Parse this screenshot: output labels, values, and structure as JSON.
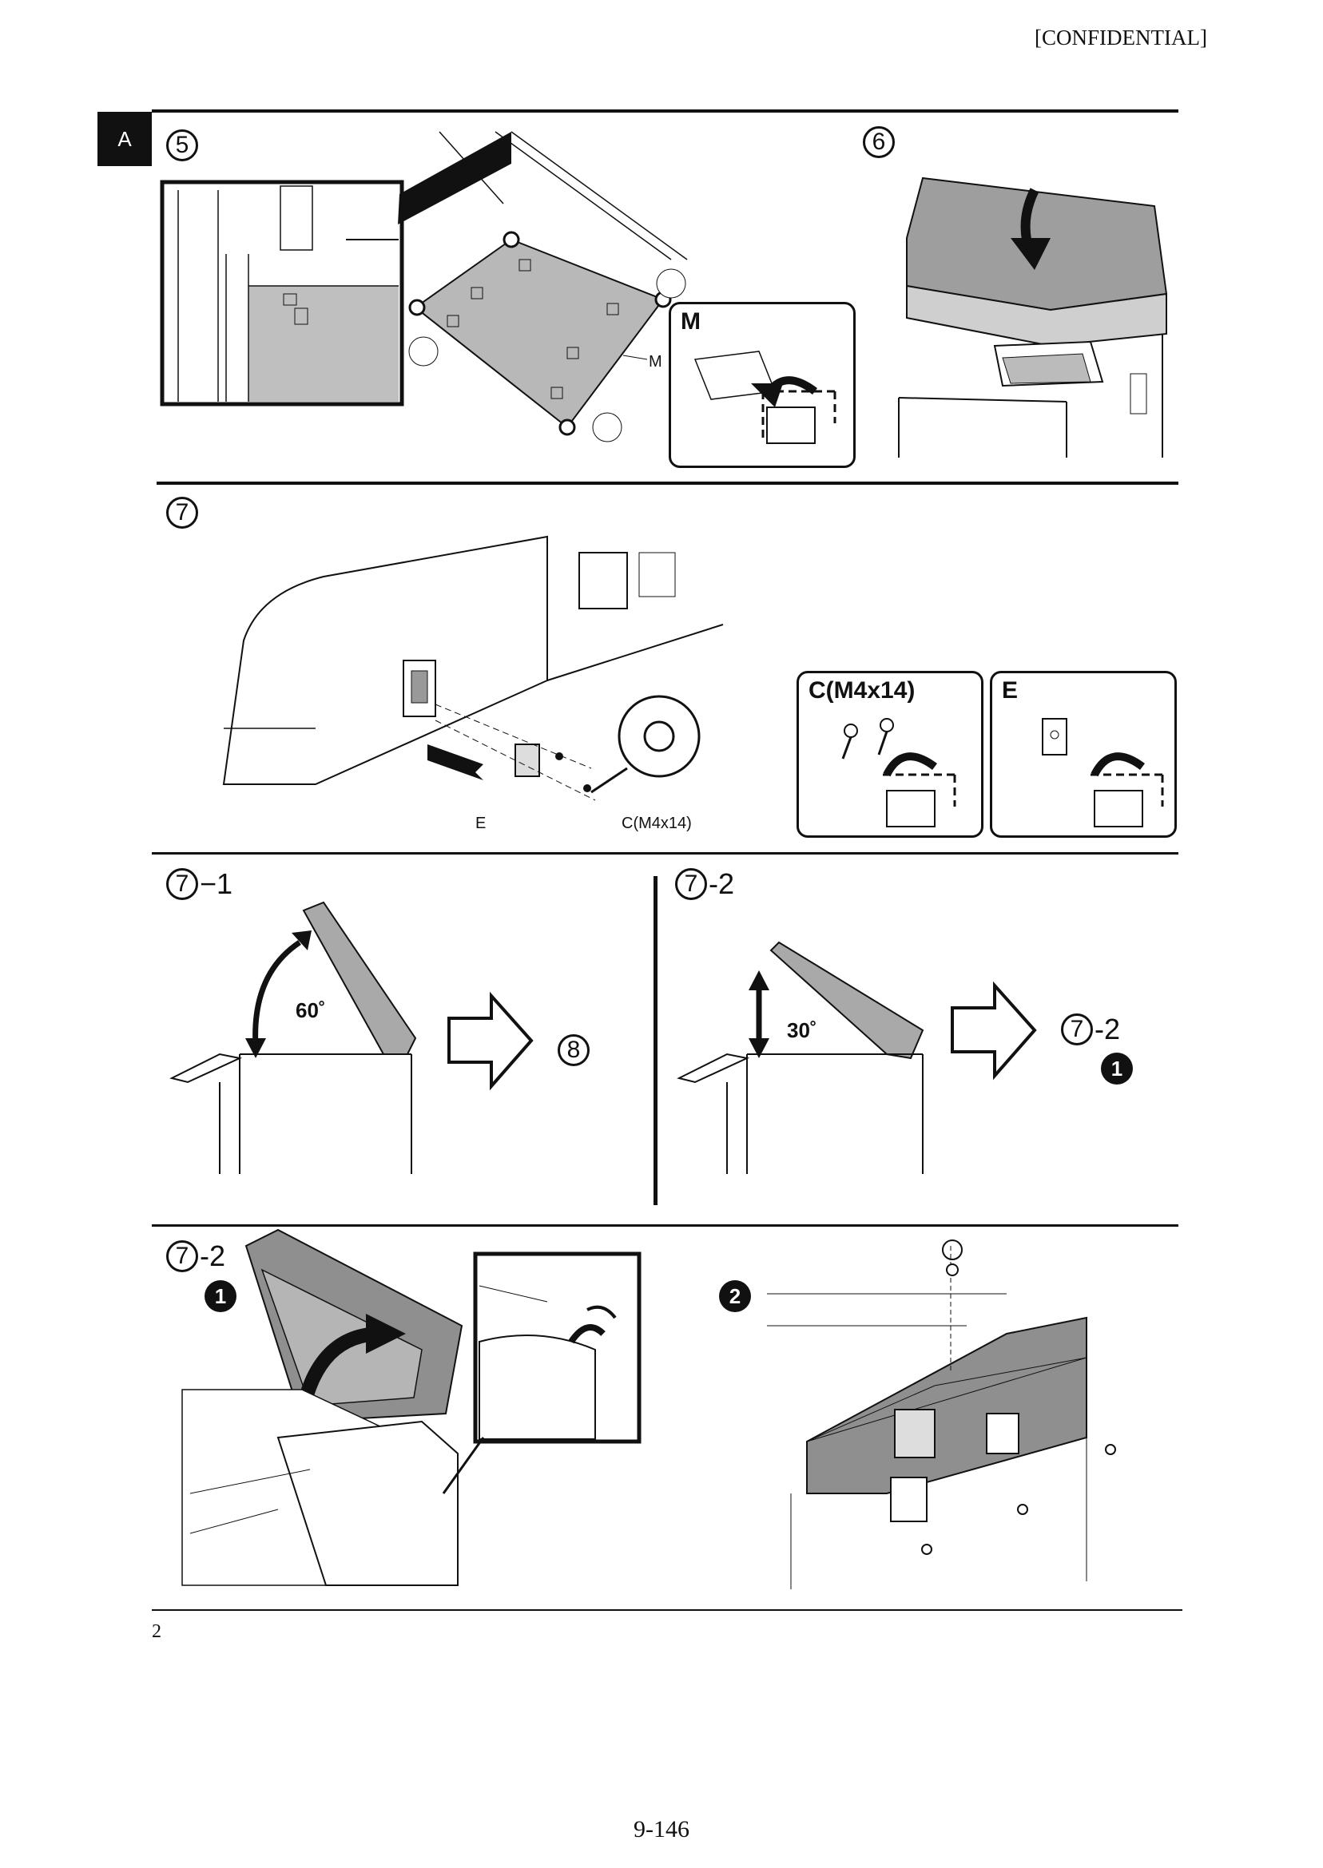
{
  "header": {
    "confidential": "[CONFIDENTIAL]"
  },
  "section_tab": "A",
  "steps": {
    "s5": "5",
    "s6": "6",
    "s7": "7",
    "s7_1_num": "7",
    "s7_1_suffix": "−1",
    "s7_2_num": "7",
    "s7_2_suffix": "-2",
    "s8": "8",
    "s7_2b_num": "7",
    "s7_2b_suffix": "-2",
    "dot1": "1",
    "s7_2c_num": "7",
    "s7_2c_suffix": "-2",
    "dot1b": "1",
    "dot2": "2"
  },
  "labels": {
    "m_box": "M",
    "m_callout": "M",
    "c_box": "C(M4x14)",
    "e_box": "E",
    "e_callout": "E",
    "c_callout": "C(M4x14)",
    "angle60": "60˚",
    "angle30": "30˚"
  },
  "footer": {
    "left_number": "2",
    "page_number": "9-146"
  }
}
